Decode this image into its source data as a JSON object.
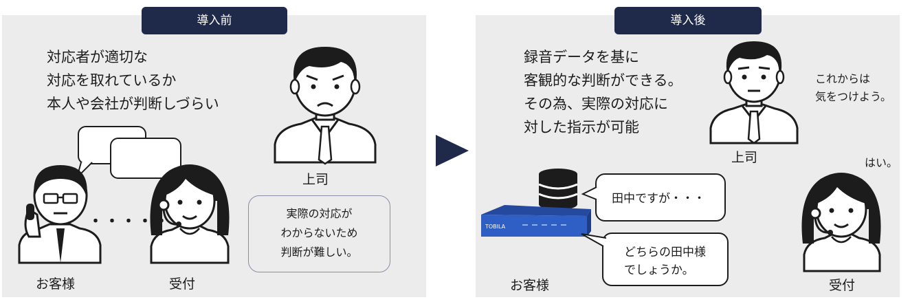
{
  "before": {
    "header": "導入前",
    "description": [
      "対応者が適切な",
      "対応を取れているか",
      "本人や会社が判断しづらい"
    ],
    "boss_label": "上司",
    "customer_label": "お客様",
    "receptionist_label": "受付",
    "note": [
      "実際の対応が",
      "わからないため",
      "判断が難しい。"
    ]
  },
  "arrow_icon": "right-triangle-icon",
  "after": {
    "header": "導入後",
    "description": [
      "録音データを基に",
      "客観的な判断ができる。",
      "その為、実際の対応に",
      "対した指示が可能"
    ],
    "boss_label": "上司",
    "boss_speech": [
      "これからは",
      "気をつけよう。"
    ],
    "reply_speech": "はい。",
    "device_brand": "TOBILA",
    "customer_bubble": "田中ですが・・・",
    "reception_bubble": [
      "どちらの田中様",
      "でしょうか。"
    ],
    "customer_label": "お客様",
    "receptionist_label": "受付"
  },
  "colors": {
    "panel": "#ececec",
    "header": "#1f2a4a",
    "device": "#2f5fc4",
    "ink": "#1c1c1c"
  }
}
